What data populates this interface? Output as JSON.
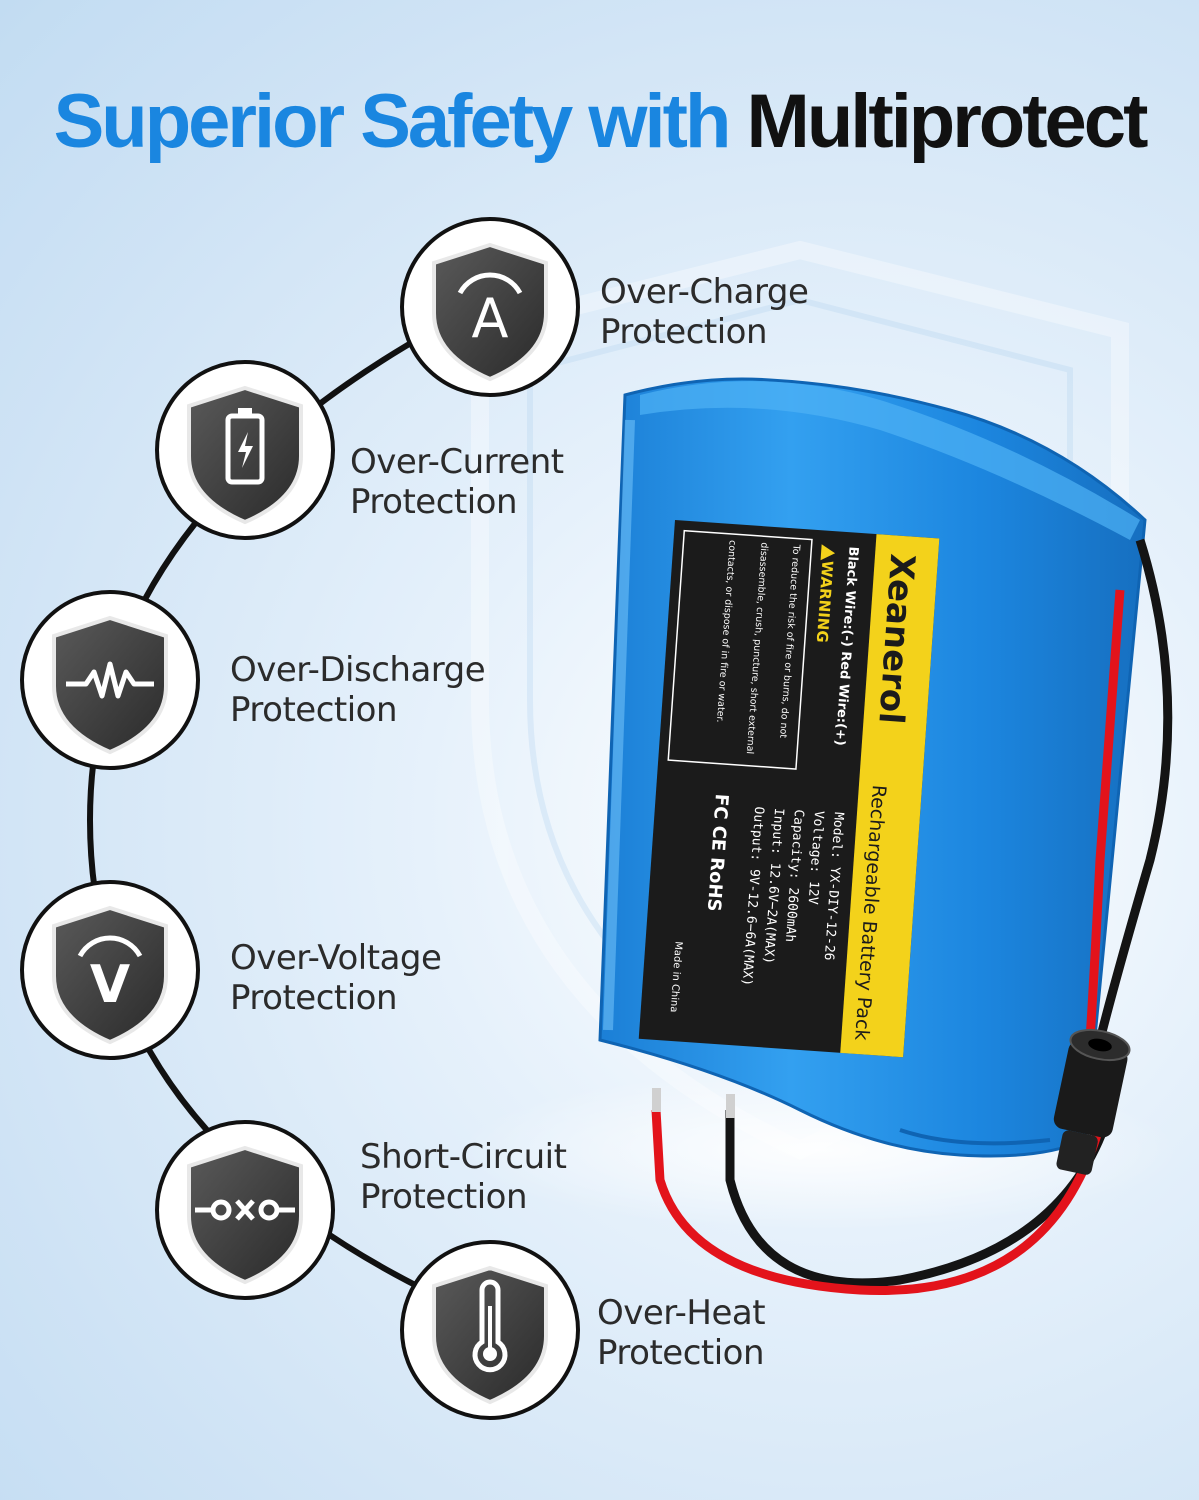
{
  "title": {
    "part1": "Superior Safety with",
    "part2": "Multiprotect"
  },
  "features": [
    {
      "line1": "Over-Charge",
      "line2": "Protection",
      "icon": "ammeter-icon"
    },
    {
      "line1": "Over-Current",
      "line2": "Protection",
      "icon": "battery-bolt-icon"
    },
    {
      "line1": "Over-Discharge",
      "line2": "Protection",
      "icon": "waveform-icon"
    },
    {
      "line1": "Over-Voltage",
      "line2": "Protection",
      "icon": "voltmeter-icon"
    },
    {
      "line1": "Short-Circuit",
      "line2": "Protection",
      "icon": "circuit-break-icon"
    },
    {
      "line1": "Over-Heat",
      "line2": "Protection",
      "icon": "thermometer-icon"
    }
  ],
  "label": {
    "brand": "Xeanerol",
    "product": "Rechargeable Battery Pack",
    "wires": "Black Wire:(-)  Red Wire:(+)",
    "warning_title": "WARNING",
    "warning_text1": "To reduce the risk of fire or burns, do not",
    "warning_text2": "disassemble, crush, puncture, short external",
    "warning_text3": "contacts, or dispose of in fire or water.",
    "spec_model": "Model:     YX-DIY-12-26",
    "spec_voltage": "Voltage:   12V",
    "spec_capacity": "Capacity:  2600mAh",
    "spec_input": "Input:     12.6V−2A(MAX)",
    "spec_output": "Output:    9V-12.6−6A(MAX)",
    "certs": "FC  CE  RoHS",
    "origin": "Made in China"
  },
  "colors": {
    "title_blue": "#1a86e0",
    "battery_blue": "#1f8be0",
    "label_yellow": "#f3d21b",
    "wire_red": "#e3131b"
  }
}
